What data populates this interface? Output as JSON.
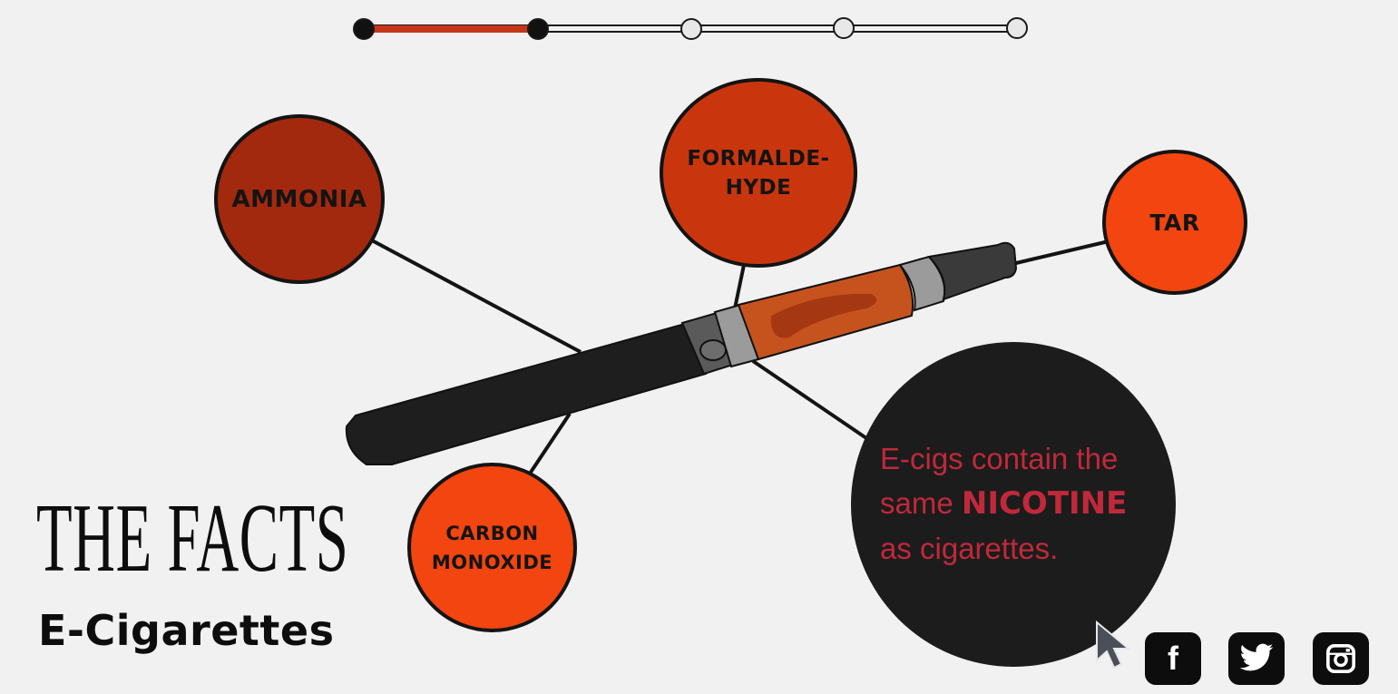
{
  "progress": {
    "steps": 5,
    "current_step": 2
  },
  "chemicals": {
    "ammonia": "AMMONIA",
    "formaldehyde": "FORMALDE-\nHYDE",
    "tar": "TAR",
    "carbon_monoxide": "CARBON\nMONOXIDE"
  },
  "fact": {
    "line1": "E-cigs contain the",
    "line2_prefix": "same ",
    "highlight": "NICOTINE",
    "line3": "as cigarettes."
  },
  "title": {
    "main": "THE FACTS",
    "sub": "E-Cigarettes"
  },
  "social": {
    "facebook": "f"
  },
  "colors": {
    "background": "#f1f1f1",
    "accent_red": "#c8361a",
    "ammonia": "#a3290e",
    "formaldehyde": "#c9360e",
    "tar": "#f2450f",
    "carbon_monoxide": "#f2450f",
    "fact_text": "#c0293a",
    "dark": "#1c1c1c"
  }
}
